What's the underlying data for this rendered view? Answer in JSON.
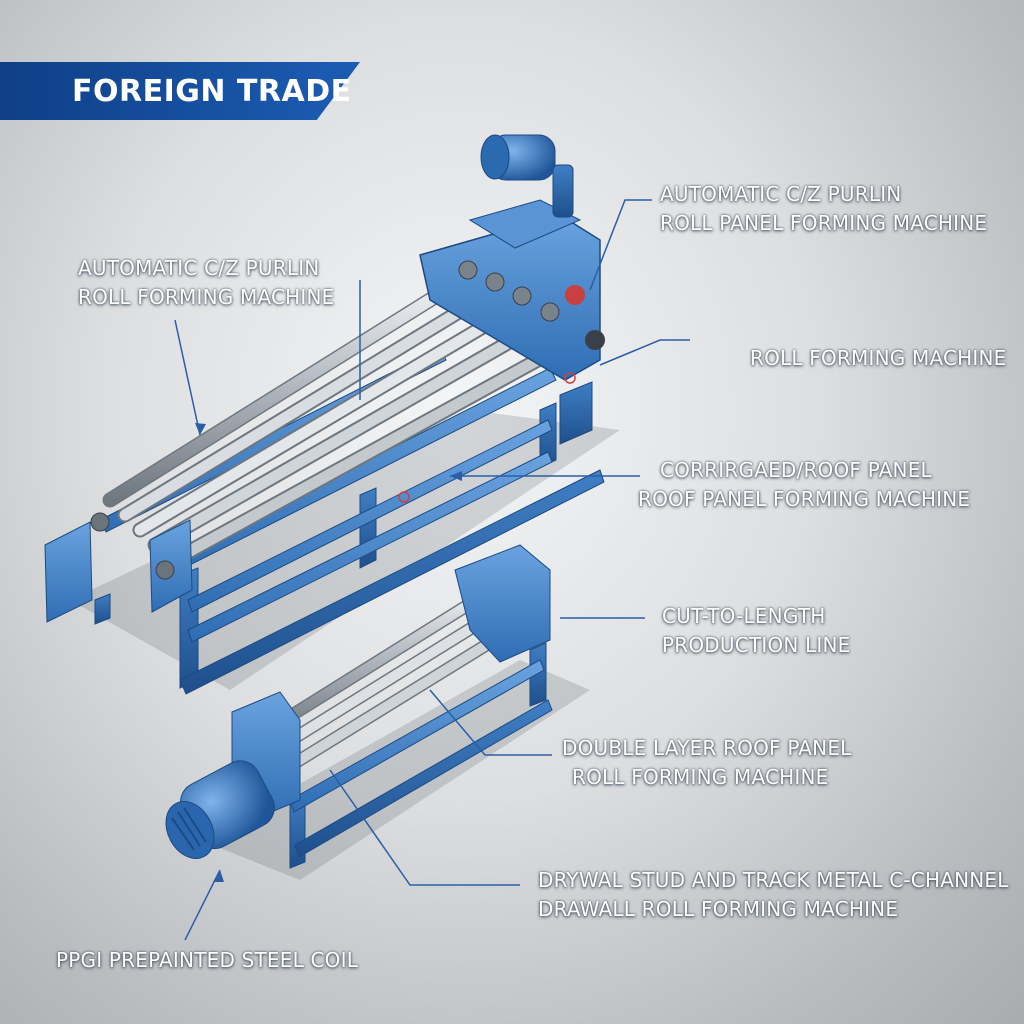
{
  "banner": {
    "title": "FOREIGN TRADE"
  },
  "labels": {
    "cz_purlin_panel": [
      "AUTOMATIC C/Z PURLIN",
      "ROLL PANEL FORMING MACHINE"
    ],
    "cz_purlin": [
      "AUTOMATIC C/Z PURLIN",
      "ROLL FORMING MACHINE"
    ],
    "roll_forming": [
      "ROLL FORMING MACHINE"
    ],
    "corrugated": [
      "CORRIRGAED/ROOF PANEL",
      "ROOF PANEL FORMING MACHINE"
    ],
    "cut_to_length": [
      "CUT-TO-LENGTH",
      "PRODUCTION LINE"
    ],
    "double_layer": [
      "DOUBLE LAYER ROOF PANEL",
      "ROLL FORMING MACHINE"
    ],
    "drywall": [
      "DRYWAL STUD AND TRACK METAL C-CHANNEL",
      "DRAWALL ROLL FORMING MACHINE"
    ],
    "ppgi": [
      "PPGI PREPAINTED STEEL COIL"
    ]
  },
  "colors": {
    "banner": "#1652a3",
    "machine_blue": "#3f7fc4",
    "machine_dark": "#245b9a",
    "steel": "#c9ced3",
    "leader": "#2a5fa8"
  },
  "icons": [
    "motor-icon",
    "gearbox-icon"
  ]
}
